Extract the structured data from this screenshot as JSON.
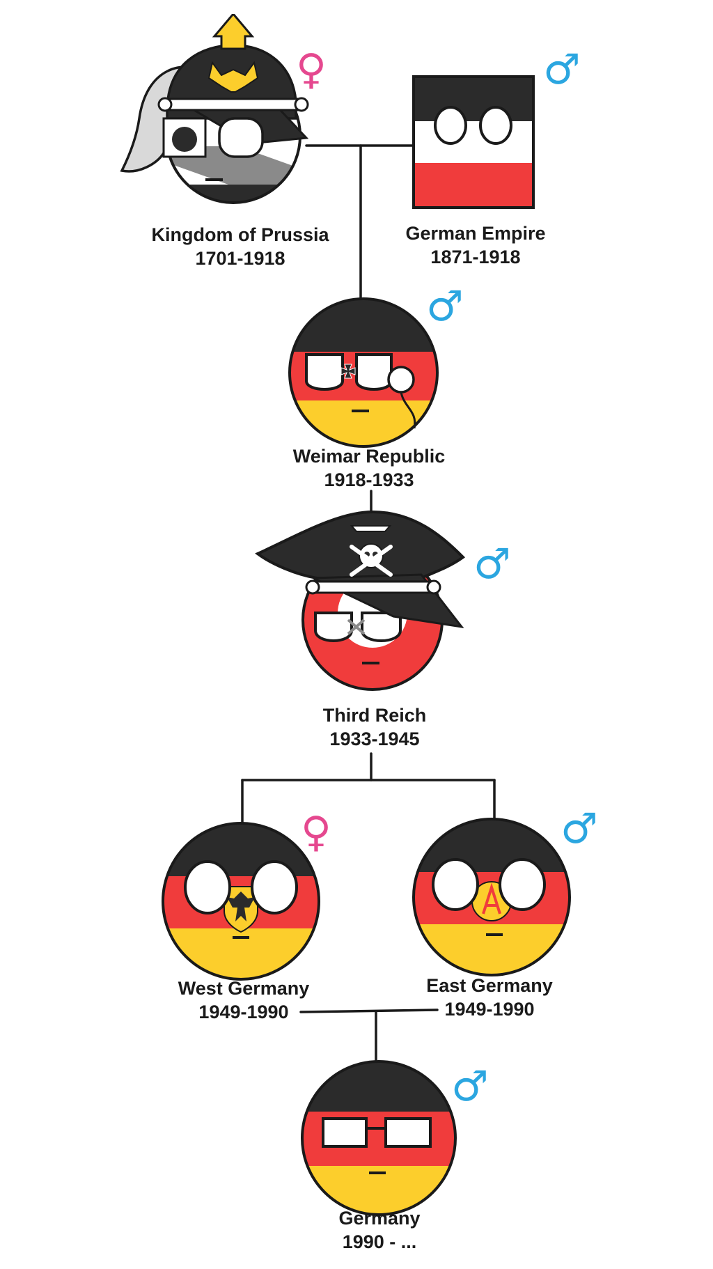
{
  "colors": {
    "black": "#2b2b2b",
    "red": "#f03c3c",
    "gold": "#fcce2c",
    "white": "#ffffff",
    "grey": "#8a8a8a",
    "female": "#e5488f",
    "male": "#2ba6e0"
  },
  "gender_symbols": {
    "female": "♀",
    "male": "♂"
  },
  "nodes": {
    "prussia": {
      "name": "Kingdom of Prussia",
      "years": "1701-1918",
      "gender": "female"
    },
    "empire": {
      "name": "German Empire",
      "years": "1871-1918",
      "gender": "male"
    },
    "weimar": {
      "name": "Weimar Republic",
      "years": "1918-1933",
      "gender": "male"
    },
    "reich": {
      "name": "Third Reich",
      "years": "1933-1945",
      "gender": "male"
    },
    "west": {
      "name": "West Germany",
      "years": "1949-1990",
      "gender": "female"
    },
    "east": {
      "name": "East Germany",
      "years": "1949-1990",
      "gender": "male"
    },
    "germany": {
      "name": "Germany",
      "years": "1990 - ...",
      "gender": "male"
    }
  }
}
